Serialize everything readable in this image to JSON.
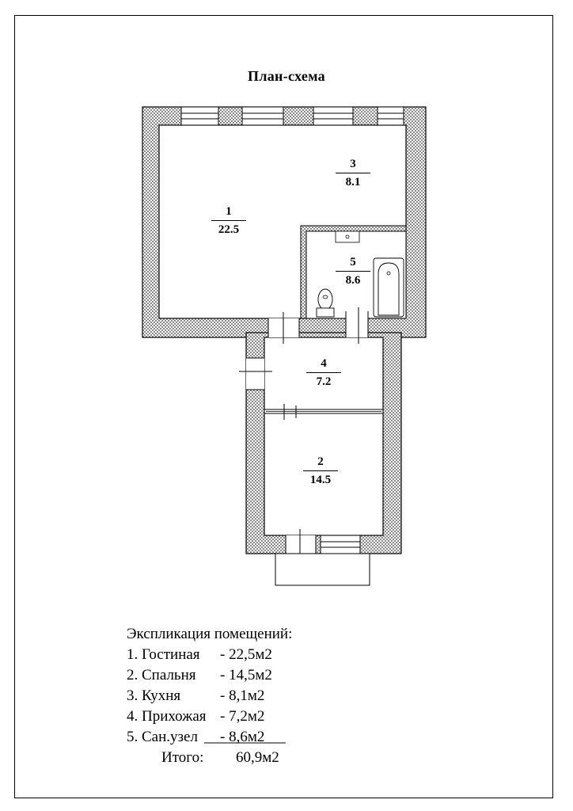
{
  "title": "План-схема",
  "rooms": [
    {
      "number": "1",
      "area": "22.5"
    },
    {
      "number": "2",
      "area": "14.5"
    },
    {
      "number": "3",
      "area": "8.1"
    },
    {
      "number": "4",
      "area": "7.2"
    },
    {
      "number": "5",
      "area": "8.6"
    }
  ],
  "explication": {
    "heading": "Экспликация помещений:",
    "items": [
      {
        "name": "1. Гостиная",
        "value": "- 22,5м2"
      },
      {
        "name": "2. Спальня",
        "value": "- 14,5м2"
      },
      {
        "name": "3. Кухня",
        "value": "- 8,1м2"
      },
      {
        "name": "4. Прихожая",
        "value": "- 7,2м2"
      },
      {
        "name": "5. Сан.узел",
        "value": "- 8,6м2"
      }
    ],
    "total_label": "Итого:",
    "total_value": "60,9м2"
  }
}
